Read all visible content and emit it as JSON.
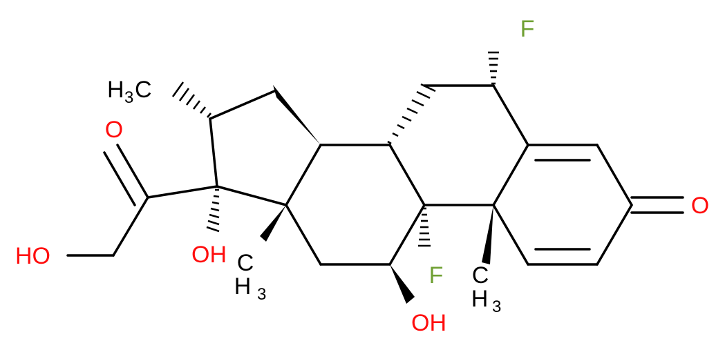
{
  "colors": {
    "carbon_bond": "#000000",
    "oxygen": "#ff0d0d",
    "fluorine": "#6fa033",
    "methyl_label": "#000000"
  },
  "atoms": {
    "f_top": "F",
    "f_bottom": "F",
    "o_ketone_right": "O",
    "o_ketone_left": "O",
    "oh_left_o": "HO",
    "oh_c17": "OH",
    "oh_c11": "OH",
    "methyl_top_h": "H",
    "methyl_top_3": "3",
    "methyl_top_c": "C",
    "methyl_c18_c": "C",
    "methyl_c18_h": "H",
    "methyl_c18_3": "3",
    "methyl_c19_c": "C",
    "methyl_c19_h": "H",
    "methyl_c19_3": "3"
  }
}
